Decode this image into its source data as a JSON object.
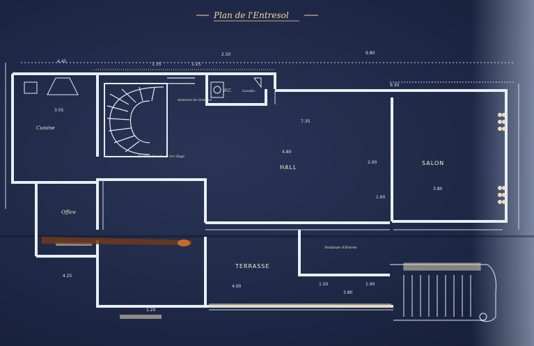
{
  "title": "Plan de l'Entresol",
  "rooms": {
    "cuisine": "Cuisine",
    "office": "Office",
    "hall": "HALL",
    "salon": "SALON",
    "wc": "W.C.",
    "lavabo": "Lavabo",
    "terrasse": "TERRASSE",
    "vestibule": "Vestibule d'Entrée",
    "escalier": "Escalier d'accès au 1er étage",
    "armoires": "Armoires de Greniers"
  },
  "dimensions": {
    "overall": "9.80",
    "d1": "4.45",
    "d2": "1.35",
    "d3": "1.25",
    "d4": "2.50",
    "d5": "9.30",
    "d6": "3.55",
    "d7": "7.35",
    "d8": "4.80",
    "d9": "2.00",
    "d10": "3.80",
    "d11": "4.00",
    "d12": "4.25",
    "d13": "1.50",
    "d14": "1.90",
    "d15": "1.20",
    "d16": "3.80",
    "d17": "1.60"
  }
}
